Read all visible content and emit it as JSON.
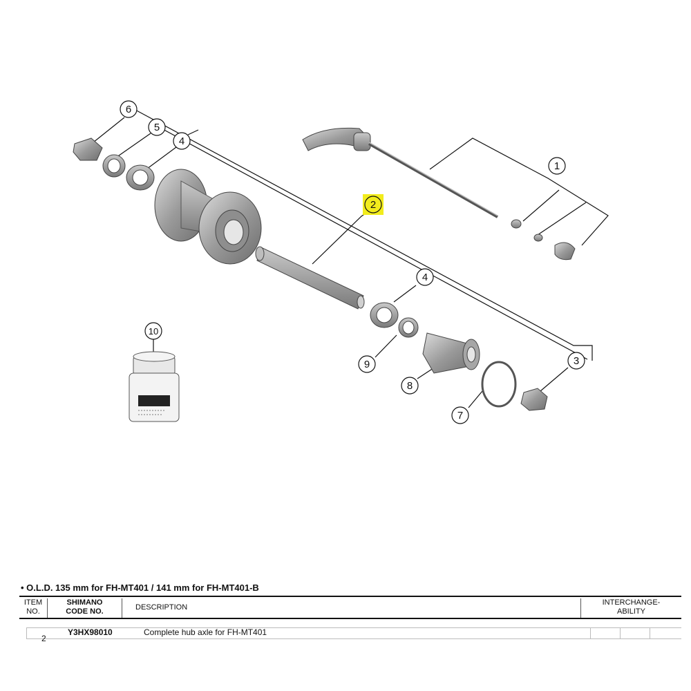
{
  "diagram": {
    "callouts": [
      "1",
      "2",
      "3",
      "4",
      "4",
      "5",
      "6",
      "7",
      "8",
      "9",
      "10"
    ],
    "highlighted_callout": "2",
    "highlight_color": "#f2ec1c"
  },
  "note": "• O.L.D. 135 mm for FH-MT401 / 141 mm for FH-MT401-B",
  "table": {
    "headers": {
      "item_no": [
        "ITEM",
        "NO."
      ],
      "shimano_code": [
        "SHIMANO",
        "CODE NO."
      ],
      "description": "DESCRIPTION",
      "interchangeability": [
        "INTERCHANGE-",
        "ABILITY"
      ]
    },
    "rows": [
      {
        "item_no": "2",
        "code": "Y3HX98010",
        "description": "Complete hub axle for FH-MT401"
      }
    ]
  }
}
